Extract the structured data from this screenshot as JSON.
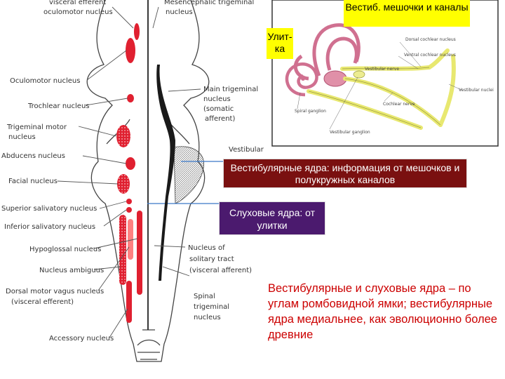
{
  "brainstem_labels": {
    "visceral_efferent": "visceral efferent",
    "oculomotor_nucleus_top": "oculomotor nucleus",
    "mesencephalic_trigeminal": "Mesencephalic trigeminal",
    "mesencephalic_nucleus": "nucleus",
    "oculomotor_nucleus": "Oculomotor nucleus",
    "trochlear_nucleus": "Trochlear nucleus",
    "trigeminal_motor_1": "Trigeminal motor",
    "trigeminal_motor_2": "nucleus",
    "abducens_nucleus": "Abducens nucleus",
    "facial_nucleus": "Facial nucleus",
    "superior_salivatory": "Superior salivatory nucleus",
    "inferior_salivatory": "Inferior salivatory nucleus",
    "hypoglossal_nucleus": "Hypoglossal nucleus",
    "nucleus_ambiguus": "Nucleus ambiguus",
    "dorsal_motor_vagus_1": "Dorsal motor vagus nucleus",
    "dorsal_motor_vagus_2": "(visceral efferent)",
    "accessory_nucleus": "Accessory nucleus",
    "main_trigeminal_1": "Main trigeminal",
    "main_trigeminal_2": "nucleus",
    "main_trigeminal_3": "(somatic",
    "main_trigeminal_4": "afferent)",
    "vestibular": "Vestibular",
    "solitary_1": "Nucleus of",
    "solitary_2": "solitary tract",
    "solitary_3": "(visceral afferent)",
    "spinal_trigeminal_1": "Spinal",
    "spinal_trigeminal_2": "trigeminal",
    "spinal_trigeminal_3": "nucleus"
  },
  "inner_ear_labels": {
    "spiral_ganglion": "Spiral ganglion",
    "vestibular_ganglion": "Vestibular ganglion",
    "cochlear_nerve": "Cochlear nerve",
    "vestibular_nuclei": "Vestibular nuclei",
    "dorsal_cochlear": "Dorsal cochlear nucleus",
    "ventral_cochlear": "Ventral cochlear nucleus",
    "vestibular_nerve": "Vestibular nerve"
  },
  "callouts": {
    "vestibular_sacs": "Вестиб. мешочки и каналы",
    "cochlea": "Улит- ка",
    "vestibular_nuclei_info": "Вестибулярные ядра: информация от мешочков и полукружных каналов",
    "auditory_nuclei_info": "Слуховые ядра: от улитки"
  },
  "note": "Вестибулярные и слуховые ядра – по углам ромбовидной ямки; вестибулярные ядра медиальнее, как эволюционно более древние",
  "colors": {
    "nucleus_red": "#e02030",
    "callout_yellow": "#ffff00",
    "vestibular_box": "#7a1010",
    "auditory_box": "#4b1a6e",
    "note_red": "#cc0000",
    "nerve_yellow": "#e8e870"
  }
}
